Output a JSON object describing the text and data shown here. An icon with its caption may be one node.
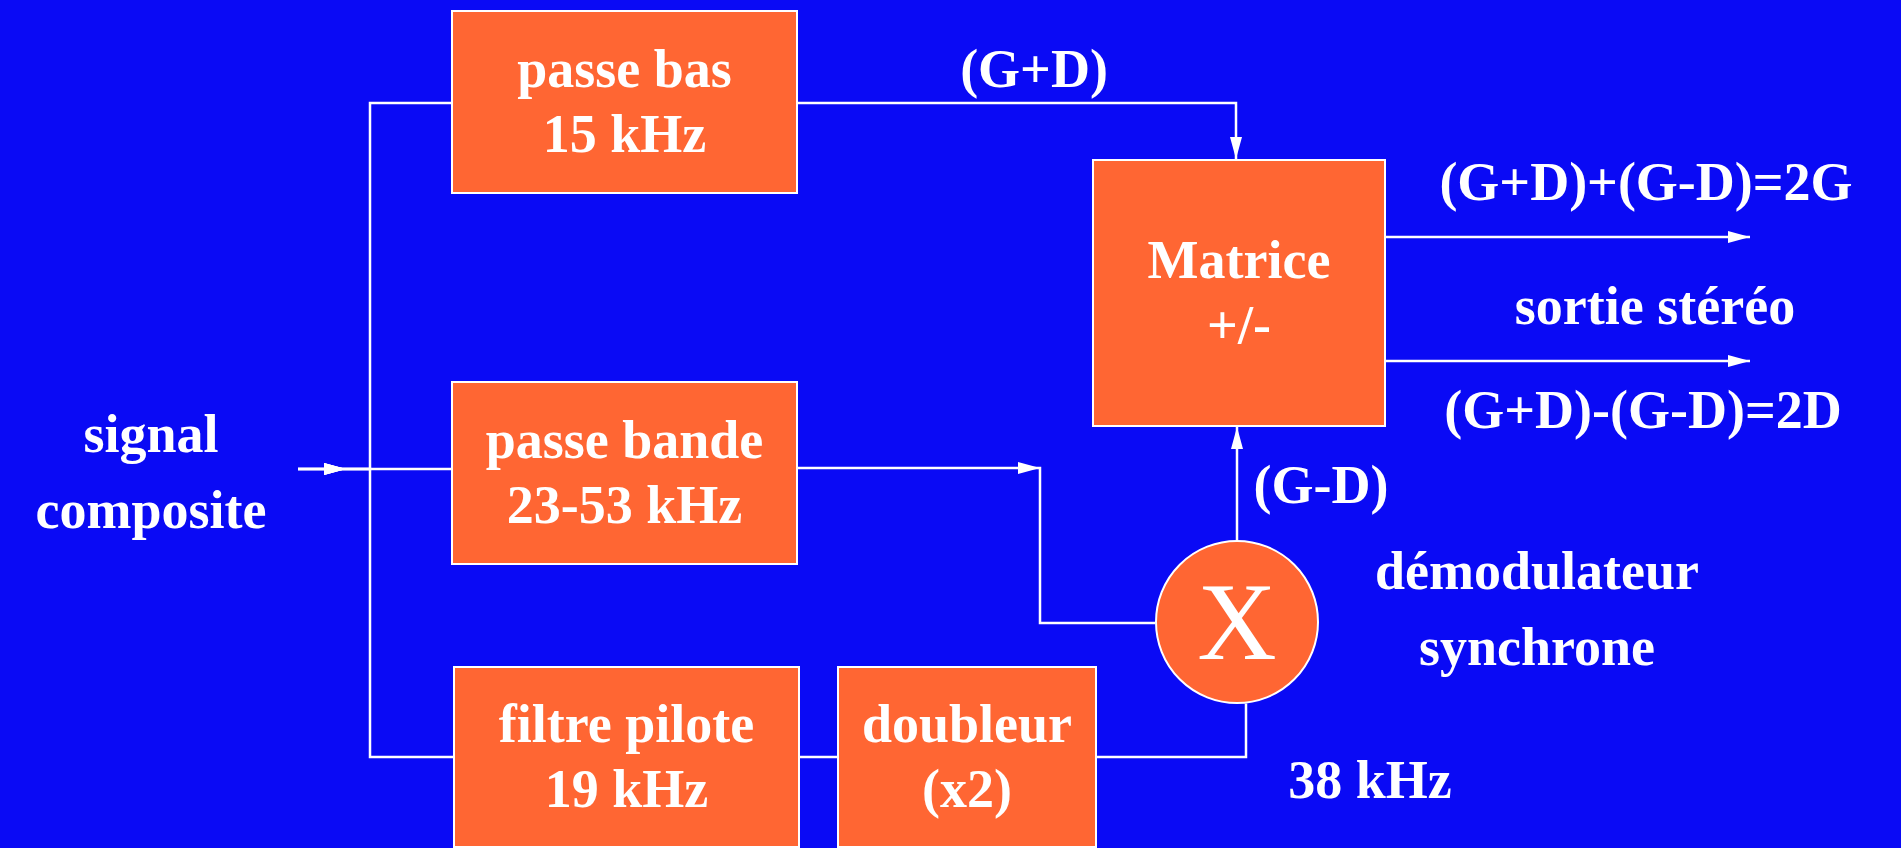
{
  "diagram": {
    "nodes": [
      {
        "text": [
          "signal composite"
        ]
      },
      {
        "text": [
          "passe bas",
          "15 kHz"
        ]
      },
      {
        "text": [
          "passe bande",
          "23-53 kHz"
        ]
      },
      {
        "text": [
          "filtre pilote",
          "19 kHz"
        ]
      },
      {
        "text": [
          "doubleur",
          "(x2)"
        ]
      },
      {
        "text": [
          "Matrice",
          "+/-"
        ]
      },
      {
        "text": [
          "X"
        ],
        "beside": [
          "démodulateur synchrone"
        ]
      }
    ],
    "edges": [
      {
        "from": 0,
        "to": 1,
        "arrow": "to"
      },
      {
        "from": 0,
        "to": 2,
        "arrow": "to"
      },
      {
        "from": 0,
        "to": 3,
        "arrow": "to"
      },
      {
        "from": 1,
        "to": 5,
        "arrow": "to",
        "label": "(G+D)"
      },
      {
        "from": 2,
        "to": 6,
        "arrow": "to"
      },
      {
        "from": 3,
        "to": 4,
        "arrow": "none"
      },
      {
        "from": 4,
        "to": 6,
        "arrow": "none"
      },
      {
        "from": 6,
        "to": 5,
        "arrow": "to",
        "label": "(G-D)"
      },
      {
        "from": 5,
        "to": null,
        "arrow": "to",
        "label": "(G+D)+(G-D)=2G"
      },
      {
        "from": 5,
        "to": null,
        "arrow": "to",
        "label": "(G+D)-(G-D)=2D"
      }
    ],
    "labels": [
      "sortie stéréo",
      "38 kHz"
    ]
  }
}
